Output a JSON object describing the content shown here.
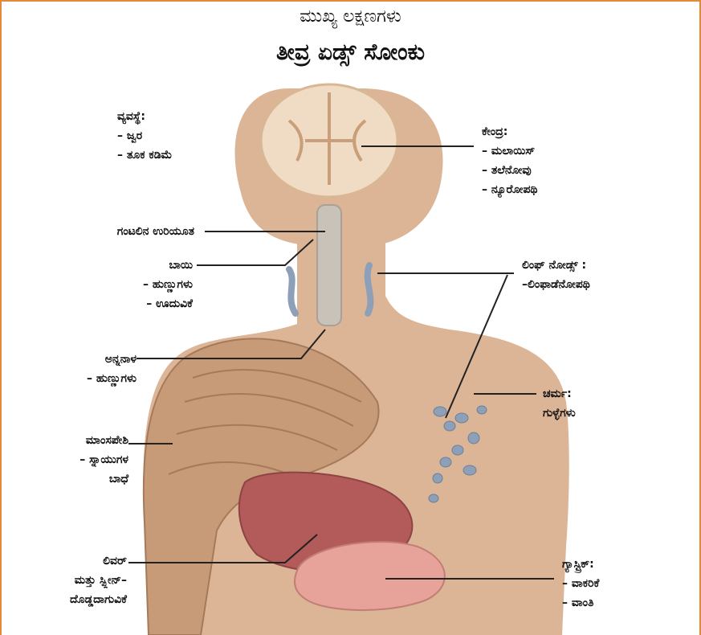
{
  "title": {
    "top": "ಮುಖ್ಯ ಲಕ್ಷಣಗಳು",
    "main": "ತೀವ್ರ ಏಡ್ಸ್ ಸೋಂಕು"
  },
  "labels": {
    "systemic": [
      "ವ್ಯವಸ್ಥೆ:",
      "– ಜ್ವರ",
      "– ತೂಕ ಕಡಿಮೆ"
    ],
    "central": [
      "ಕೇಂದ್ರ:",
      "– ಮಲಾಯಿಸ್",
      "– ತಲೆನೋವು",
      "– ನ್ಯೂರೋಪಥಿ"
    ],
    "throat": [
      "ಗಂಟಲಿನ ಉರಿಯೂತ"
    ],
    "mouth": [
      "ಬಾಯಿ",
      "– ಹುಣ್ಣುಗಳು",
      "– ಊದುವಿಕೆ"
    ],
    "lymph": [
      "ಲಿಂಫ್ ನೋಡ್ಸ್ :",
      "–ಲಿಂಫಾಡೆನೋಪಥಿ"
    ],
    "esophagus": [
      "ಅನ್ನನಾಳ",
      "– ಹುಣ್ಣುಗಳು"
    ],
    "skin": [
      "ಚರ್ಮ:",
      "ಗುಳ್ಳೆಗಳು"
    ],
    "muscle": [
      "ಮಾಂಸಪೇಶಿ",
      "–   ಸ್ನಾಯುಗಳ",
      "ಬಾಧೆ"
    ],
    "liver": [
      "ಲಿವರ್",
      "ಮತ್ತು ಸ್ಪ್ಲೀನ್–",
      "ದೊಡ್ಡದಾಗುವಿಕೆ"
    ],
    "gastric": [
      "ಗ್ಯಾಸ್ಟ್ರಿಕ್:",
      "– ವಾಕರಿಕೆ",
      "– ವಾಂತಿ"
    ]
  },
  "colors": {
    "frame": "#e08a3a",
    "skin": "#dcb596",
    "muscle": "#c79a78",
    "brain": "#f0dcc4",
    "lymph_node": "#8ea0b8",
    "liver": "#b35a5a",
    "stomach": "#e7a29a",
    "leader_line": "#222222"
  }
}
